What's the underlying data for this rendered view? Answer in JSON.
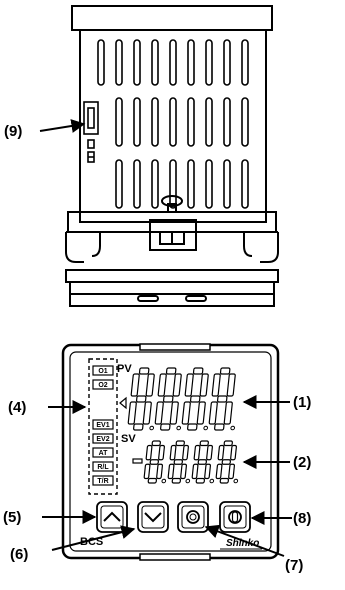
{
  "callouts": {
    "c1": "(1)",
    "c2": "(2)",
    "c4": "(4)",
    "c5": "(5)",
    "c6": "(6)",
    "c7": "(7)",
    "c8": "(8)",
    "c9": "(9)"
  },
  "front_panel": {
    "pv_label": "PV",
    "sv_label": "SV",
    "model_label": "BCS",
    "brand_label": "Shinko",
    "indicators": [
      "O1",
      "O2",
      "EV1",
      "EV2",
      "AT",
      "R/L",
      "T/R"
    ],
    "keys": [
      "up-key",
      "down-key",
      "mode-key",
      "fast-key"
    ]
  }
}
